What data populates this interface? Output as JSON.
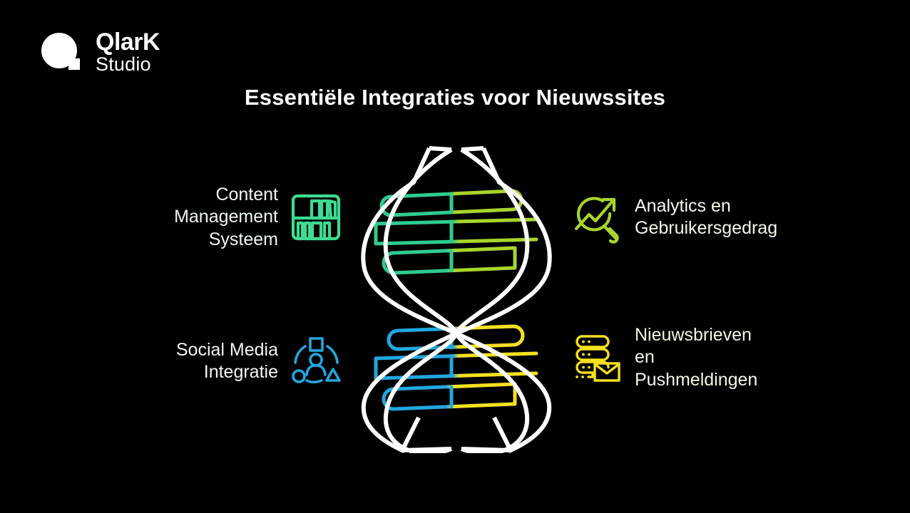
{
  "slide": {
    "background_color": "#000000",
    "title": "Essentiële Integraties voor Nieuwssites"
  },
  "logo": {
    "name": "QlarK",
    "subtitle": "Studio",
    "mark": "circle-with-square",
    "color": "#ffffff"
  },
  "features": [
    {
      "id": "cms",
      "label": "Content\nManagement\nSysteem",
      "icon": "bookshelf-icon",
      "icon_color": "#3ddc91",
      "text_color": "#eef7f2",
      "position": "top-left"
    },
    {
      "id": "analytics",
      "label": "Analytics en\nGebruikersgedrag",
      "icon": "analytics-magnifier-trend-icon",
      "icon_color": "#a8d52b",
      "text_color": "#f6f6e9",
      "position": "top-right"
    },
    {
      "id": "social",
      "label": "Social Media\nIntegratie",
      "icon": "social-network-person-icon",
      "icon_color": "#22a7e0",
      "text_color": "#f2f7fb",
      "position": "bottom-left"
    },
    {
      "id": "newsletters",
      "label": "Nieuwsbrieven\nen\nPushmeldingen",
      "icon": "server-envelope-icon",
      "icon_color": "#f5e020",
      "text_color": "#f8f6e4",
      "position": "bottom-right"
    }
  ],
  "graphic": {
    "name": "dna-double-helix",
    "strand_color": "#ffffff",
    "upper_rungs": {
      "left_color": "#2ecc8f",
      "right_color": "#a8d52b",
      "count": 6
    },
    "lower_rungs": {
      "left_color": "#22a7e0",
      "right_color": "#f5e020",
      "count": 6
    }
  }
}
